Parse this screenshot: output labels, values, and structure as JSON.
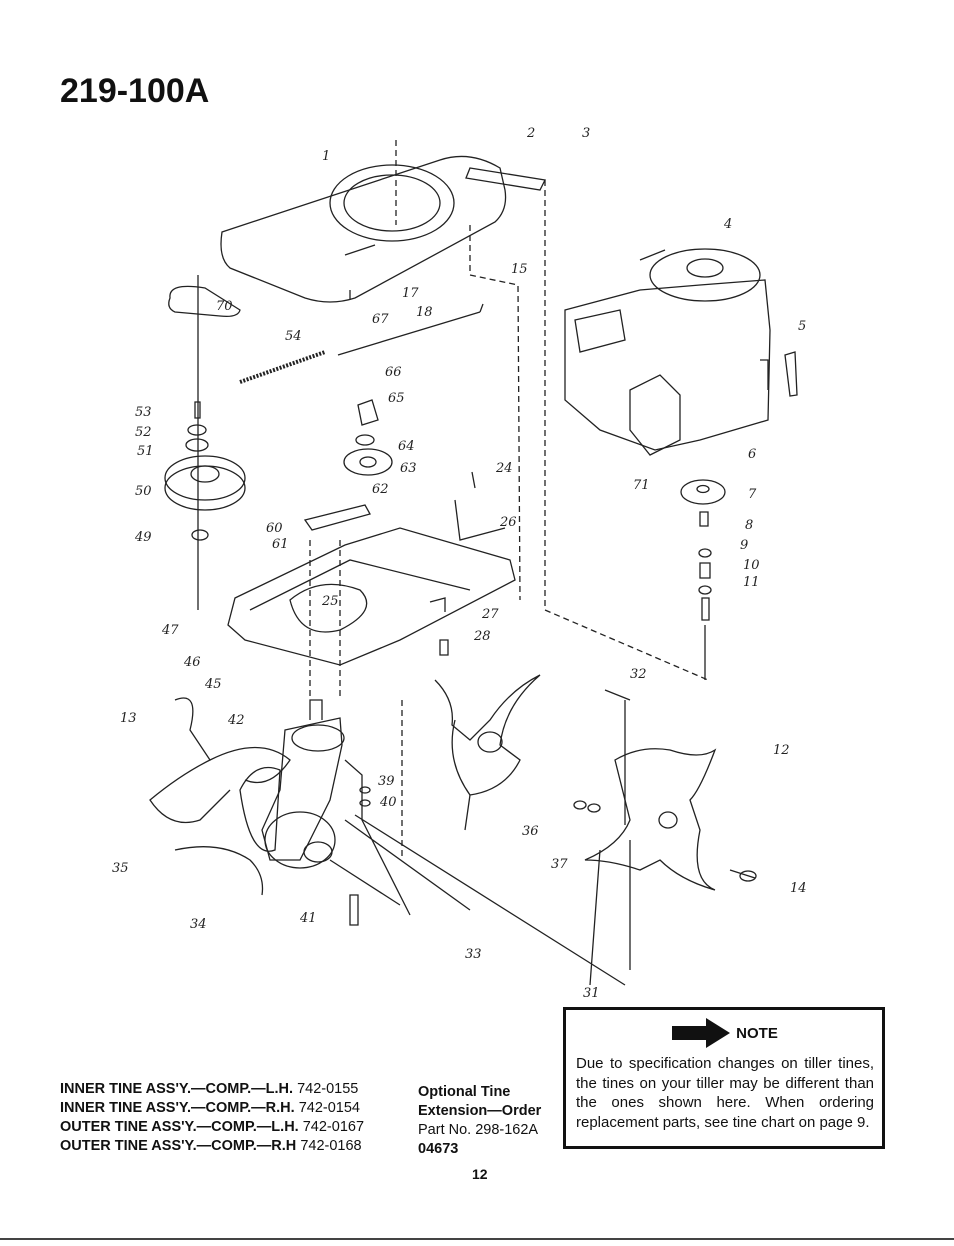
{
  "model": "219-100A",
  "part_labels": [
    {
      "n": "1"
    },
    {
      "n": "2"
    },
    {
      "n": "3"
    },
    {
      "n": "4"
    },
    {
      "n": "5"
    },
    {
      "n": "6"
    },
    {
      "n": "7"
    },
    {
      "n": "8"
    },
    {
      "n": "9"
    },
    {
      "n": "10"
    },
    {
      "n": "11"
    },
    {
      "n": "12"
    },
    {
      "n": "13"
    },
    {
      "n": "14"
    },
    {
      "n": "15"
    },
    {
      "n": "17"
    },
    {
      "n": "18"
    },
    {
      "n": "24"
    },
    {
      "n": "25"
    },
    {
      "n": "26"
    },
    {
      "n": "27"
    },
    {
      "n": "28"
    },
    {
      "n": "31"
    },
    {
      "n": "32"
    },
    {
      "n": "33"
    },
    {
      "n": "34"
    },
    {
      "n": "35"
    },
    {
      "n": "36"
    },
    {
      "n": "37"
    },
    {
      "n": "39"
    },
    {
      "n": "40"
    },
    {
      "n": "41"
    },
    {
      "n": "42"
    },
    {
      "n": "45"
    },
    {
      "n": "46"
    },
    {
      "n": "47"
    },
    {
      "n": "49"
    },
    {
      "n": "50"
    },
    {
      "n": "51"
    },
    {
      "n": "52"
    },
    {
      "n": "53"
    },
    {
      "n": "54"
    },
    {
      "n": "60"
    },
    {
      "n": "61"
    },
    {
      "n": "62"
    },
    {
      "n": "63"
    },
    {
      "n": "64"
    },
    {
      "n": "65"
    },
    {
      "n": "66"
    },
    {
      "n": "67"
    },
    {
      "n": "70"
    },
    {
      "n": "71"
    }
  ],
  "tine_list": [
    {
      "name": "INNER TINE ASS'Y.—COMP.—L.H.",
      "num": "742-0155"
    },
    {
      "name": "INNER TINE ASS'Y.—COMP.—R.H.",
      "num": "742-0154"
    },
    {
      "name": "OUTER TINE ASS'Y.—COMP.—L.H.",
      "num": "742-0167"
    },
    {
      "name": "OUTER TINE ASS'Y.—COMP.—R.H",
      "num": "742-0168"
    }
  ],
  "optional": {
    "line1": "Optional Tine",
    "line2": "Extension—Order",
    "line3": "Part No. 298-162A",
    "line4": "04673"
  },
  "note": {
    "title": "NOTE",
    "body": "Due to specification changes on tiller tines, the tines on your tiller may be different than the ones shown here. When ordering replacement parts, see tine chart on page 9."
  },
  "page_number": "12"
}
